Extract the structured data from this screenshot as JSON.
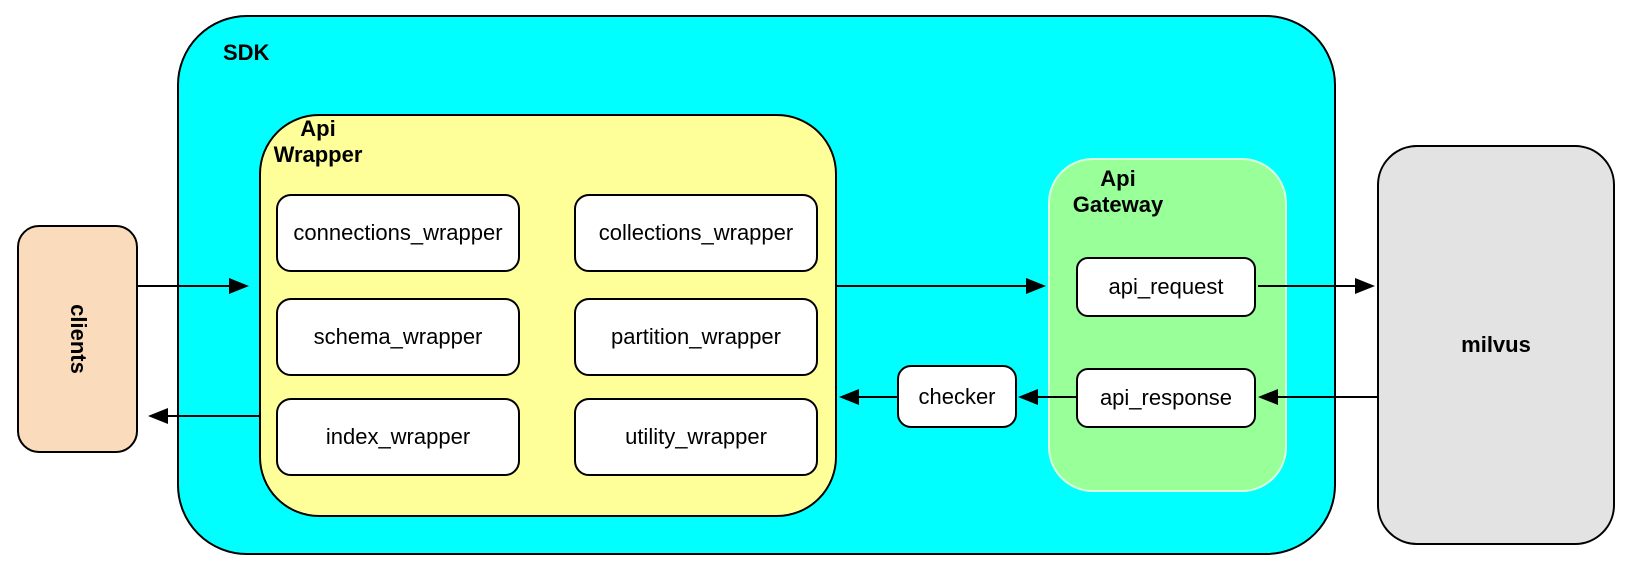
{
  "nodes": {
    "clients": {
      "label": "clients",
      "fill": "#FADCBC"
    },
    "sdk": {
      "label": "SDK",
      "fill": "#00FFFF"
    },
    "api_wrapper": {
      "label_lines": [
        "Api",
        "Wrapper"
      ],
      "fill": "#FFFF99",
      "modules": [
        "connections_wrapper",
        "collections_wrapper",
        "schema_wrapper",
        "partition_wrapper",
        "index_wrapper",
        "utility_wrapper"
      ]
    },
    "checker": {
      "label": "checker",
      "fill": "#FFFFFF"
    },
    "api_gateway": {
      "label_lines": [
        "Api",
        "Gateway"
      ],
      "fill": "#99FF99",
      "modules": [
        "api_request",
        "api_response"
      ]
    },
    "milvus": {
      "label": "milvus",
      "fill": "#E3E3E3"
    }
  },
  "edges": [
    {
      "from": "clients",
      "to": "sdk",
      "direction": "right"
    },
    {
      "from": "api_wrapper",
      "to": "clients",
      "direction": "left"
    },
    {
      "from": "api_wrapper",
      "to": "api_request",
      "direction": "right"
    },
    {
      "from": "api_request",
      "to": "milvus",
      "direction": "right"
    },
    {
      "from": "milvus",
      "to": "api_response",
      "direction": "left"
    },
    {
      "from": "api_response",
      "to": "checker",
      "direction": "left"
    },
    {
      "from": "checker",
      "to": "api_wrapper",
      "direction": "left"
    }
  ],
  "line_color": "#000000",
  "background": "#FFFFFF"
}
